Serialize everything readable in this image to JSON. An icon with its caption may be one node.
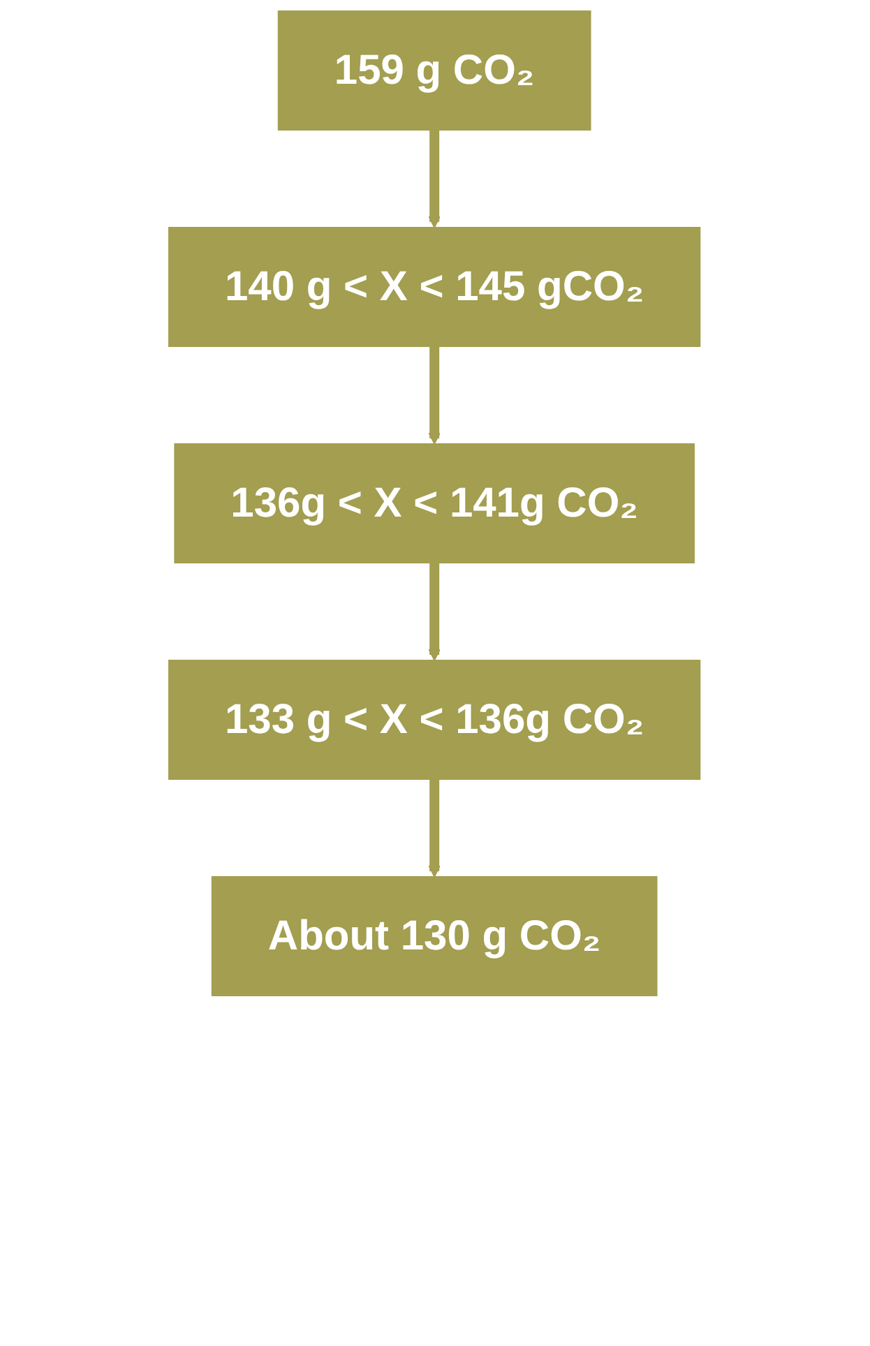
{
  "diagram": {
    "nodes": [
      {
        "text": [
          "159 g CO₂"
        ]
      },
      {
        "text": [
          "140 g < X < 145 gCO₂"
        ]
      },
      {
        "text": [
          "136g < X < 141g CO₂"
        ]
      },
      {
        "text": [
          "133 g < X < 136g CO₂"
        ]
      },
      {
        "text": [
          "About 130 g CO₂"
        ]
      }
    ],
    "edges": [
      {
        "from": 0,
        "to": 1,
        "arrow": "to"
      },
      {
        "from": 1,
        "to": 2,
        "arrow": "to"
      },
      {
        "from": 2,
        "to": 3,
        "arrow": "to"
      },
      {
        "from": 3,
        "to": 4,
        "arrow": "to"
      }
    ]
  }
}
